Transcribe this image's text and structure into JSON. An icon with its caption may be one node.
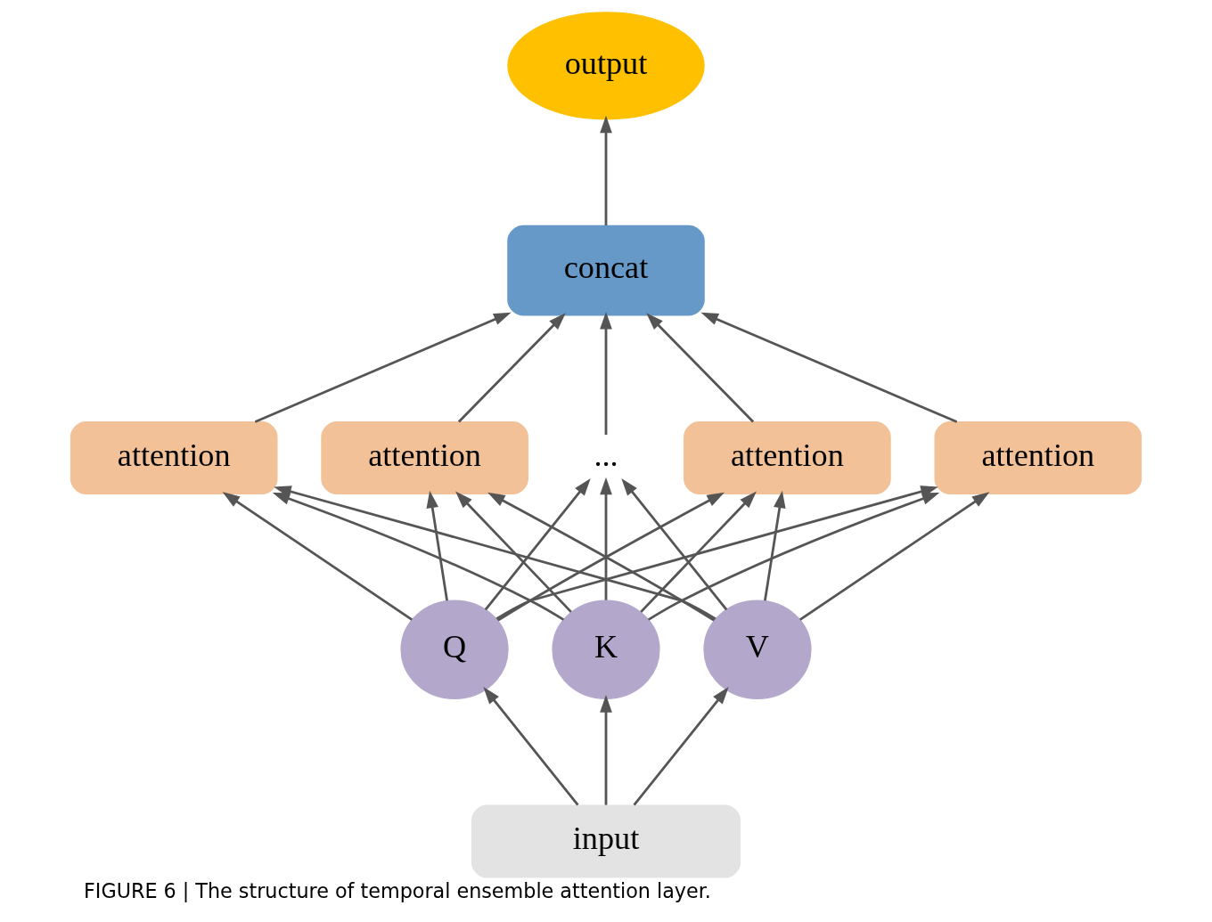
{
  "diagram": {
    "caption": "FIGURE 6 | The structure of temporal ensemble attention layer.",
    "nodes": [
      {
        "text": [
          "output"
        ]
      },
      {
        "text": [
          "concat"
        ]
      },
      {
        "text": [
          "attention"
        ]
      },
      {
        "text": [
          "attention"
        ]
      },
      {
        "text": [
          "..."
        ]
      },
      {
        "text": [
          "attention"
        ]
      },
      {
        "text": [
          "attention"
        ]
      },
      {
        "text": [
          "Q"
        ]
      },
      {
        "text": [
          "K"
        ]
      },
      {
        "text": [
          "V"
        ]
      },
      {
        "text": [
          "input"
        ]
      }
    ],
    "edges": [
      {
        "from": 1,
        "to": 0,
        "arrow": "to"
      },
      {
        "from": 2,
        "to": 1,
        "arrow": "to"
      },
      {
        "from": 3,
        "to": 1,
        "arrow": "to"
      },
      {
        "from": 4,
        "to": 1,
        "arrow": "to"
      },
      {
        "from": 5,
        "to": 1,
        "arrow": "to"
      },
      {
        "from": 6,
        "to": 1,
        "arrow": "to"
      },
      {
        "from": 7,
        "to": 2,
        "arrow": "to"
      },
      {
        "from": 7,
        "to": 3,
        "arrow": "to"
      },
      {
        "from": 7,
        "to": 4,
        "arrow": "to"
      },
      {
        "from": 7,
        "to": 5,
        "arrow": "to"
      },
      {
        "from": 7,
        "to": 6,
        "arrow": "to"
      },
      {
        "from": 8,
        "to": 2,
        "arrow": "to"
      },
      {
        "from": 8,
        "to": 3,
        "arrow": "to"
      },
      {
        "from": 8,
        "to": 4,
        "arrow": "to"
      },
      {
        "from": 8,
        "to": 5,
        "arrow": "to"
      },
      {
        "from": 8,
        "to": 6,
        "arrow": "to"
      },
      {
        "from": 9,
        "to": 2,
        "arrow": "to"
      },
      {
        "from": 9,
        "to": 3,
        "arrow": "to"
      },
      {
        "from": 9,
        "to": 4,
        "arrow": "to"
      },
      {
        "from": 9,
        "to": 5,
        "arrow": "to"
      },
      {
        "from": 9,
        "to": 6,
        "arrow": "to"
      },
      {
        "from": 10,
        "to": 7,
        "arrow": "to"
      },
      {
        "from": 10,
        "to": 8,
        "arrow": "to"
      },
      {
        "from": 10,
        "to": 9,
        "arrow": "to"
      }
    ]
  }
}
